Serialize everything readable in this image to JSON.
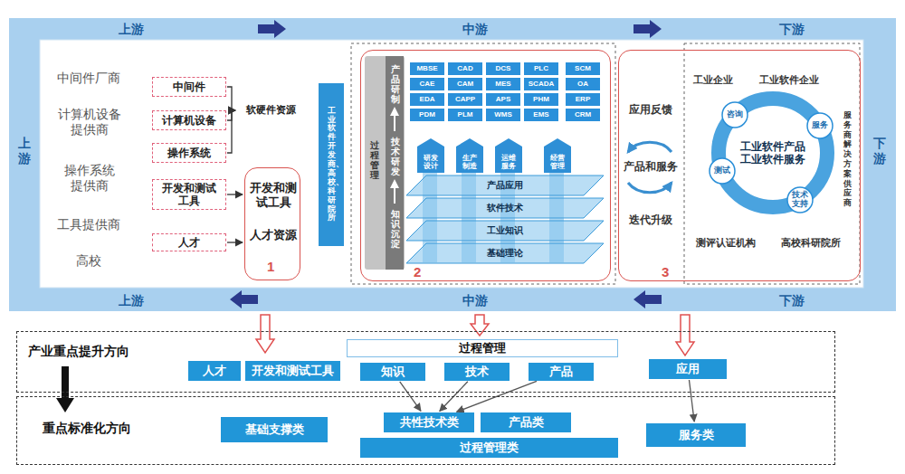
{
  "diagram": {
    "nodes": [
      {
        "text": [
          "中间件"
        ]
      },
      {
        "text": [
          "计算机设备"
        ]
      },
      {
        "text": [
          "操作系统"
        ]
      },
      {
        "text": [
          "软硬件资源"
        ]
      },
      {
        "text": [
          "开发和测试工具"
        ]
      },
      {
        "text": [
          "人才"
        ]
      },
      {
        "text": [
          "开发和测试工具",
          "人才资源",
          "1"
        ]
      },
      {
        "text": [
          "工业软件开发商、高校、科研院所"
        ]
      },
      {
        "text": [
          "2"
        ]
      },
      {
        "text": [
          "过程管理"
        ],
        "in": 8
      },
      {
        "text": [
          "产品研制",
          "技术研发",
          "知识沉淀"
        ],
        "in": 9
      },
      {
        "text": [
          "MBSE"
        ],
        "in": 8
      },
      {
        "text": [
          "CAD"
        ],
        "in": 8
      },
      {
        "text": [
          "DCS"
        ],
        "in": 8
      },
      {
        "text": [
          "PLC"
        ],
        "in": 8
      },
      {
        "text": [
          "SCM"
        ],
        "in": 8
      },
      {
        "text": [
          "CAE"
        ],
        "in": 8
      },
      {
        "text": [
          "CAM"
        ],
        "in": 8
      },
      {
        "text": [
          "MES"
        ],
        "in": 8
      },
      {
        "text": [
          "SCADA"
        ],
        "in": 8
      },
      {
        "text": [
          "OA"
        ],
        "in": 8
      },
      {
        "text": [
          "EDA"
        ],
        "in": 8
      },
      {
        "text": [
          "CAPP"
        ],
        "in": 8
      },
      {
        "text": [
          "APS"
        ],
        "in": 8
      },
      {
        "text": [
          "PHM"
        ],
        "in": 8
      },
      {
        "text": [
          "ERP"
        ],
        "in": 8
      },
      {
        "text": [
          "PDM"
        ],
        "in": 8
      },
      {
        "text": [
          "PLM"
        ],
        "in": 8
      },
      {
        "text": [
          "WMS"
        ],
        "in": 8
      },
      {
        "text": [
          "EMS"
        ],
        "in": 8
      },
      {
        "text": [
          "CRM"
        ],
        "in": 8
      },
      {
        "text": [
          "研发设计"
        ],
        "in": 8
      },
      {
        "text": [
          "生产制造"
        ],
        "in": 8
      },
      {
        "text": [
          "运维服务"
        ],
        "in": 8
      },
      {
        "text": [
          "经营管理"
        ],
        "in": 8
      },
      {
        "text": [
          "产品应用"
        ],
        "in": 8
      },
      {
        "text": [
          "软件技术"
        ],
        "in": 8
      },
      {
        "text": [
          "工业知识"
        ],
        "in": 8
      },
      {
        "text": [
          "基础理论"
        ],
        "in": 8
      },
      {
        "text": [
          "3"
        ]
      },
      {
        "text": [
          "工业软件产品",
          "工业软件服务"
        ],
        "in": 39
      },
      {
        "text": [
          "咨询"
        ],
        "in": 40
      },
      {
        "text": [
          "服务"
        ],
        "in": 40
      },
      {
        "text": [
          "测试"
        ],
        "in": 40
      },
      {
        "text": [
          "技术支持"
        ],
        "in": 40
      },
      {
        "text": [
          "产业重点提升方向"
        ]
      },
      {
        "text": [
          "人才"
        ],
        "in": 45
      },
      {
        "text": [
          "开发和测试工具"
        ],
        "in": 45
      },
      {
        "text": [
          "过程管理"
        ],
        "in": 45
      },
      {
        "text": [
          "知识"
        ],
        "in": 45
      },
      {
        "text": [
          "技术"
        ],
        "in": 45
      },
      {
        "text": [
          "产品"
        ],
        "in": 45
      },
      {
        "text": [
          "应用"
        ],
        "in": 45
      },
      {
        "text": [
          "重点标准化方向"
        ]
      },
      {
        "text": [
          "基础支撑类"
        ],
        "in": 53
      },
      {
        "text": [
          "共性技术类"
        ],
        "in": 53
      },
      {
        "text": [
          "产品类"
        ],
        "in": 53
      },
      {
        "text": [
          "过程管理类"
        ],
        "in": 53
      },
      {
        "text": [
          "服务类"
        ],
        "in": 53
      }
    ],
    "edges": [
      {
        "from": 0,
        "to": 3,
        "arrow": "to"
      },
      {
        "from": 1,
        "to": 3,
        "arrow": "to"
      },
      {
        "from": 2,
        "to": 3,
        "arrow": "to"
      },
      {
        "from": 4,
        "to": 6,
        "arrow": "to"
      },
      {
        "from": 5,
        "to": 6,
        "arrow": "to"
      },
      {
        "from": 49,
        "to": 55,
        "arrow": "to"
      },
      {
        "from": 50,
        "to": 55,
        "arrow": "to"
      },
      {
        "from": 51,
        "to": 55,
        "arrow": "to"
      },
      {
        "from": 52,
        "to": 58,
        "arrow": "to"
      }
    ],
    "labels": [
      "上游",
      "中游",
      "下游",
      "上游",
      "下游",
      "上游",
      "中游",
      "下游",
      "中间件厂商",
      "计算机设备提供商",
      "操作系统提供商",
      "工具提供商",
      "高校",
      "应用反馈",
      "产品和服务",
      "迭代升级",
      "工业企业",
      "工业软件企业",
      "服务商解决方案供应商",
      "测评认证机构",
      "高校科研院所"
    ]
  }
}
